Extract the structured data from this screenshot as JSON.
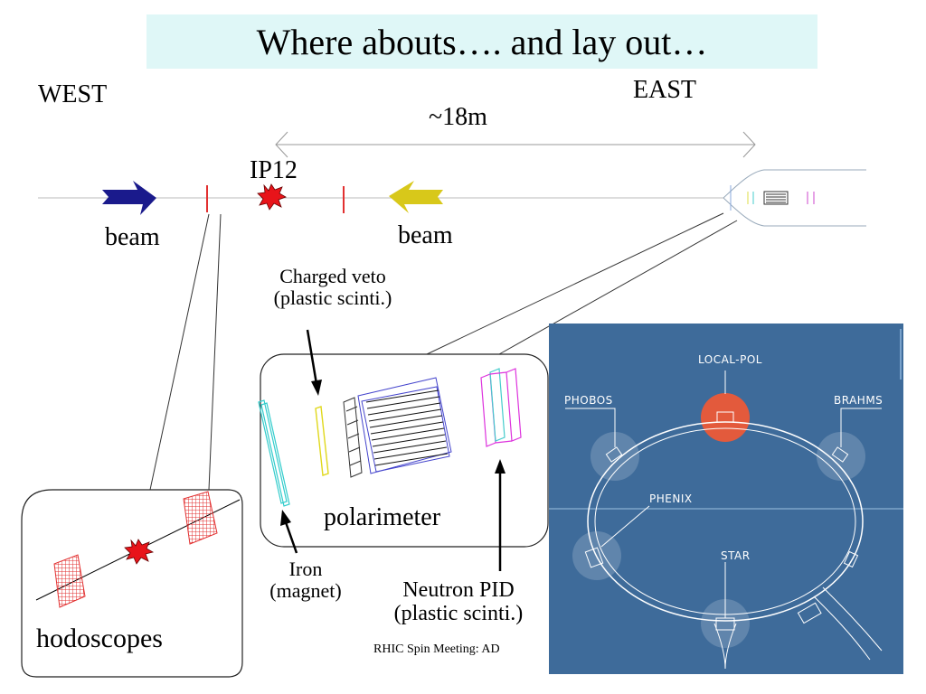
{
  "title": "Where abouts…. and lay out…",
  "directions": {
    "west": "WEST",
    "east": "EAST"
  },
  "distance": "~18m",
  "ip_label": "IP12",
  "beam_left": "beam",
  "beam_right": "beam",
  "labels": {
    "charged_veto": [
      "Charged veto",
      "(plastic scinti.)"
    ],
    "iron": [
      "Iron",
      "(magnet)"
    ],
    "neutron_pid": [
      "Neutron PID",
      "(plastic scinti.)"
    ],
    "polarimeter": "polarimeter",
    "hodoscopes": "hodoscopes",
    "footer": "RHIC Spin Meeting: AD"
  },
  "map": {
    "local_pol": "LOCAL-POL",
    "phobos": "PHOBOS",
    "brahms": "BRAHMS",
    "phenix": "PHENIX",
    "star": "STAR"
  },
  "colors": {
    "title_bg": "#dff7f7",
    "beam_west": "#1a1a8c",
    "beam_east": "#d8c81a",
    "map_bg": "#3e6b9a",
    "highlight": "#e35a3c",
    "hodoscope": "#e23030"
  }
}
